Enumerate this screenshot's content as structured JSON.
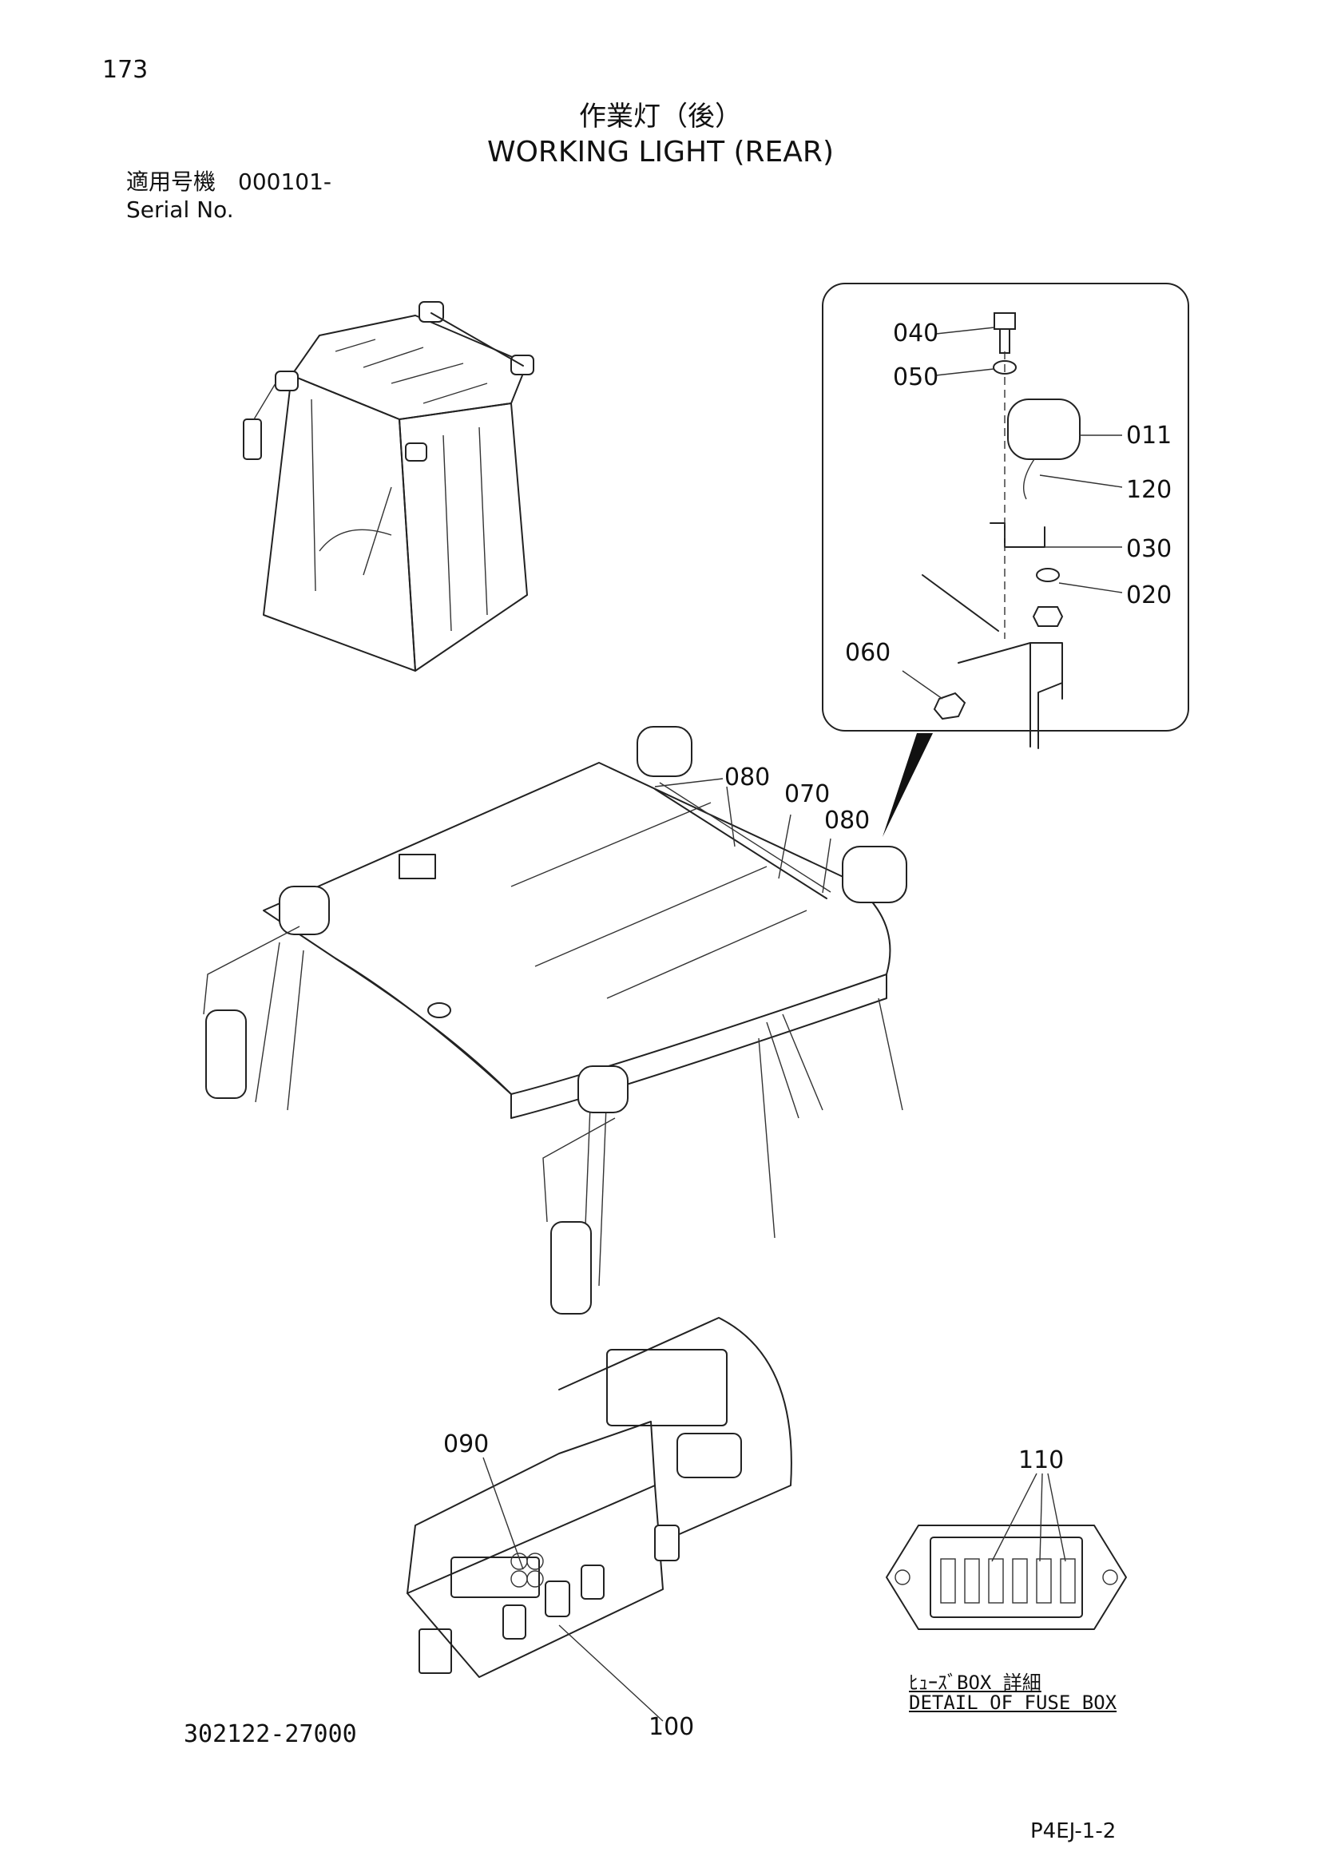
{
  "page": {
    "number": "173",
    "title_jp": "作業灯（後）",
    "title_en": "WORKING LIGHT (REAR)",
    "serial_label_jp": "適用号機　000101-",
    "serial_label_en": "Serial No.",
    "drawing_number": "302122-27000",
    "page_code": "P4EJ-1-2"
  },
  "detail": {
    "fuse_box_caption_jp": "ﾋｭｰｽﾞBOX 詳細",
    "fuse_box_caption_en": "DETAIL OF FUSE BOX"
  },
  "callouts": {
    "c040": "040",
    "c050": "050",
    "c011": "011",
    "c120": "120",
    "c030": "030",
    "c020": "020",
    "c060": "060",
    "c080a": "080",
    "c070": "070",
    "c080b": "080",
    "c090": "090",
    "c100": "100",
    "c110": "110"
  }
}
